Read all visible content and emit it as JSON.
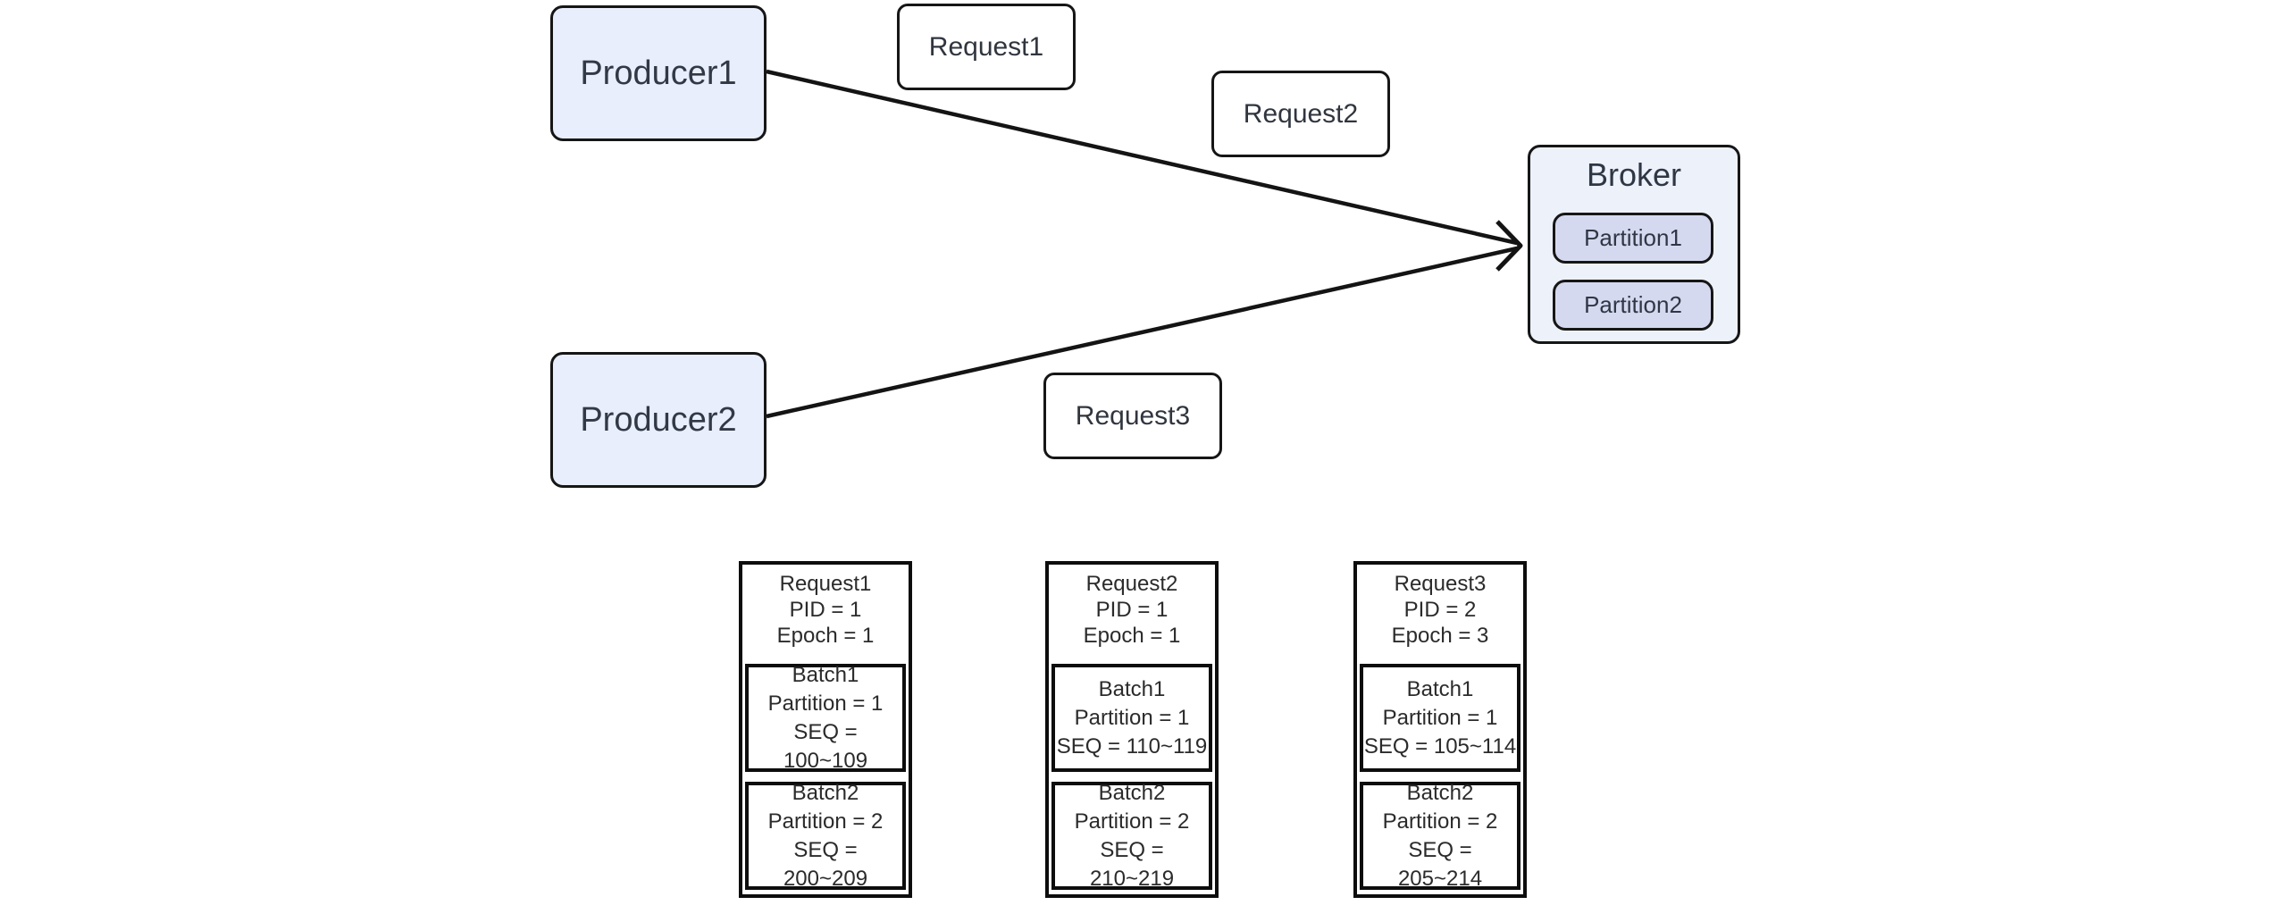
{
  "diagram": {
    "producers": [
      {
        "label": "Producer1"
      },
      {
        "label": "Producer2"
      }
    ],
    "requests": [
      {
        "label": "Request1"
      },
      {
        "label": "Request2"
      },
      {
        "label": "Request3"
      }
    ],
    "broker": {
      "title": "Broker",
      "partitions": [
        {
          "label": "Partition1"
        },
        {
          "label": "Partition2"
        }
      ]
    },
    "request_details": [
      {
        "title": "Request1",
        "pid": "PID = 1",
        "epoch": "Epoch = 1",
        "batches": [
          {
            "title": "Batch1",
            "partition": "Partition = 1",
            "seq": "SEQ = 100~109"
          },
          {
            "title": "Batch2",
            "partition": "Partition = 2",
            "seq": "SEQ = 200~209"
          }
        ]
      },
      {
        "title": "Request2",
        "pid": "PID = 1",
        "epoch": "Epoch = 1",
        "batches": [
          {
            "title": "Batch1",
            "partition": "Partition = 1",
            "seq": "SEQ = 110~119"
          },
          {
            "title": "Batch2",
            "partition": "Partition = 2",
            "seq": "SEQ = 210~219"
          }
        ]
      },
      {
        "title": "Request3",
        "pid": "PID = 2",
        "epoch": "Epoch = 3",
        "batches": [
          {
            "title": "Batch1",
            "partition": "Partition = 1",
            "seq": "SEQ = 105~114"
          },
          {
            "title": "Batch2",
            "partition": "Partition = 2",
            "seq": "SEQ = 205~214"
          }
        ]
      }
    ],
    "colors": {
      "producer_fill": "#e8eefb",
      "broker_fill": "#edf1fa",
      "partition_fill": "#d5d9f0",
      "stroke": "#161616",
      "text": "#323946"
    }
  }
}
